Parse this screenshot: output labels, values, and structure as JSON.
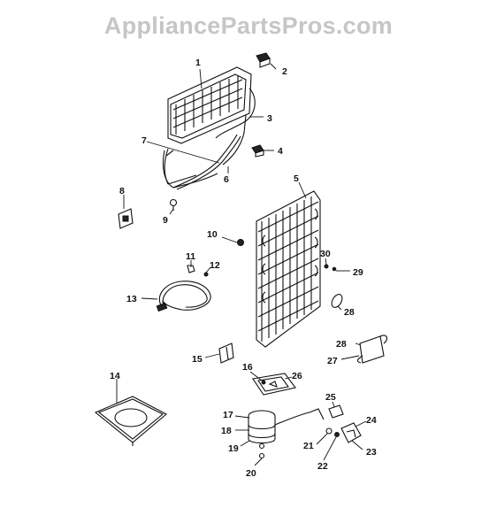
{
  "watermark": "AppliancePartsPros.com",
  "callouts": [
    {
      "id": "c1",
      "text": "1"
    },
    {
      "id": "c2",
      "text": "2"
    },
    {
      "id": "c3",
      "text": "3"
    },
    {
      "id": "c4",
      "text": "4"
    },
    {
      "id": "c5",
      "text": "5"
    },
    {
      "id": "c6",
      "text": "6"
    },
    {
      "id": "c7",
      "text": "7"
    },
    {
      "id": "c8",
      "text": "8"
    },
    {
      "id": "c9",
      "text": "9"
    },
    {
      "id": "c10",
      "text": "10"
    },
    {
      "id": "c11",
      "text": "11"
    },
    {
      "id": "c12",
      "text": "12"
    },
    {
      "id": "c13",
      "text": "13"
    },
    {
      "id": "c14",
      "text": "14"
    },
    {
      "id": "c15",
      "text": "15"
    },
    {
      "id": "c16",
      "text": "16"
    },
    {
      "id": "c17",
      "text": "17"
    },
    {
      "id": "c18",
      "text": "18"
    },
    {
      "id": "c19",
      "text": "19"
    },
    {
      "id": "c20",
      "text": "20"
    },
    {
      "id": "c21",
      "text": "21"
    },
    {
      "id": "c22",
      "text": "22"
    },
    {
      "id": "c23",
      "text": "23"
    },
    {
      "id": "c24",
      "text": "24"
    },
    {
      "id": "c25",
      "text": "25"
    },
    {
      "id": "c26",
      "text": "26"
    },
    {
      "id": "c27",
      "text": "27"
    },
    {
      "id": "c28a",
      "text": "28"
    },
    {
      "id": "c28b",
      "text": "28"
    },
    {
      "id": "c29",
      "text": "29"
    },
    {
      "id": "c30",
      "text": "30"
    }
  ]
}
